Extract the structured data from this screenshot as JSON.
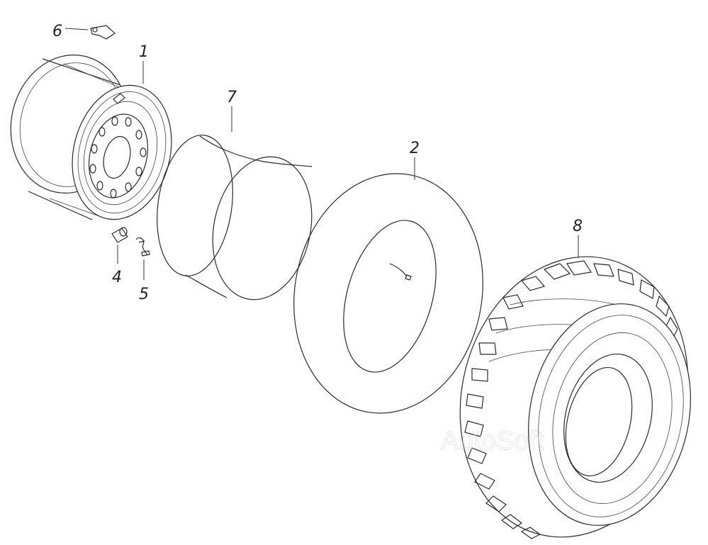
{
  "callouts": {
    "c1": "1",
    "c2": "2",
    "c4": "4",
    "c5": "5",
    "c6": "6",
    "c7": "7",
    "c8": "8"
  },
  "watermark": "AutoSoft",
  "colors": {
    "line": "#2a2a2a",
    "background": "#ffffff"
  }
}
